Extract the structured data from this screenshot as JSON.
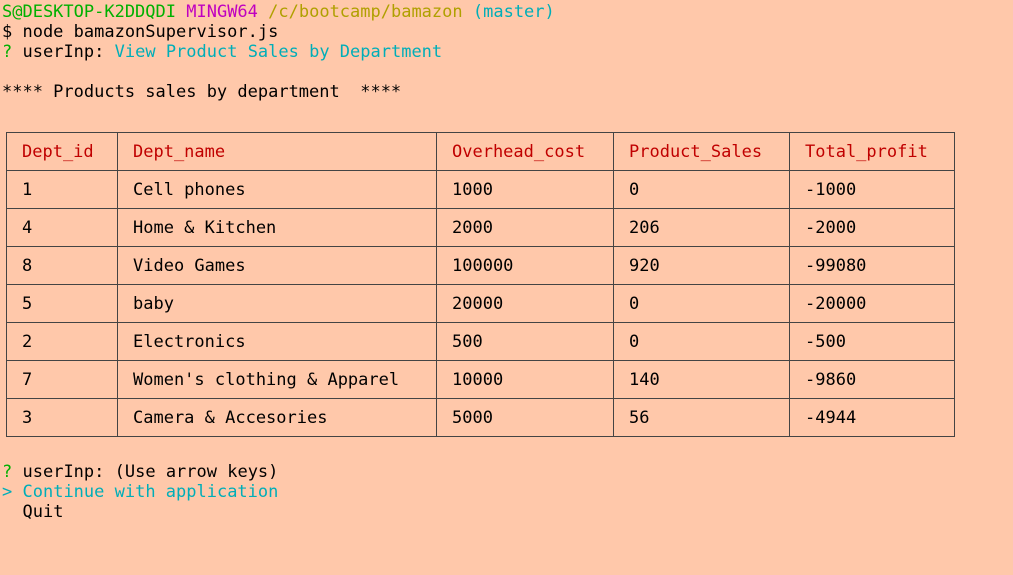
{
  "prompt": {
    "user_host": "S@DESKTOP-K2DDQDI",
    "system": "MINGW64",
    "path": "/c/bootcamp/bamazon",
    "branch": "(master)"
  },
  "command": "$ node bamazonSupervisor.js",
  "question1": {
    "mark": "?",
    "label": "userInp:",
    "answer": "View Product Sales by Department"
  },
  "heading": "**** Products sales by department  ****",
  "table": {
    "headers": [
      "Dept_id",
      "Dept_name",
      "Overhead_cost",
      "Product_Sales",
      "Total_profit"
    ],
    "rows": [
      [
        "1",
        "Cell phones",
        "1000",
        "0",
        "-1000"
      ],
      [
        "4",
        "Home & Kitchen",
        "2000",
        "206",
        "-2000"
      ],
      [
        "8",
        "Video Games",
        "100000",
        "920",
        "-99080"
      ],
      [
        "5",
        "baby",
        "20000",
        "0",
        "-20000"
      ],
      [
        "2",
        "Electronics",
        "500",
        "0",
        "-500"
      ],
      [
        "7",
        "Women's clothing & Apparel",
        "10000",
        "140",
        "-9860"
      ],
      [
        "3",
        "Camera & Accesories",
        "5000",
        "56",
        "-4944"
      ]
    ]
  },
  "question2": {
    "mark": "?",
    "label": "userInp:",
    "hint": "(Use arrow keys)"
  },
  "menu": {
    "pointer": ">",
    "options": [
      "Continue with application",
      "Quit"
    ]
  },
  "colors": {
    "background": "#ffc8aa",
    "green": "#00b000",
    "magenta": "#c000c0",
    "yellow": "#b0a000",
    "cyan": "#00aeb8",
    "header_red": "#c00000"
  }
}
